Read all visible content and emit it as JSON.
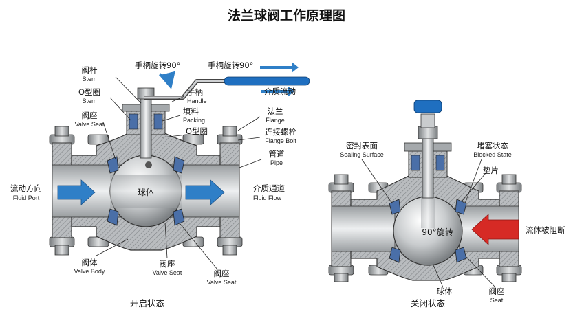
{
  "title": "法兰球阀工作原理图",
  "open_state": {
    "caption": "开启状态",
    "handle_rotation_1": "手柄旋转90°",
    "handle_rotation_2": "手柄旋转90°",
    "medium_flow": "介质流动",
    "ball_label": "球体",
    "labels": {
      "stem_zh": "阀杆",
      "stem_en": "Stem",
      "oring_zh": "O型圈",
      "oring_en": "Stem",
      "seat_top_zh": "阀座",
      "seat_top_en": "Valve Seat",
      "handle_zh": "手柄",
      "handle_en": "Handle",
      "packing_zh": "填料",
      "packing_en": "Packing",
      "oring2_zh": "O型圈",
      "flange_zh": "法兰",
      "flange_en": "Flange",
      "bolt_zh": "连接螺栓",
      "bolt_en": "Flange Bolt",
      "pipe_zh": "管道",
      "pipe_en": "Pipe",
      "port_zh": "流动方向",
      "port_en": "Fluid Port",
      "flow_zh": "介质通道",
      "flow_en": "Fluid Flow",
      "body_zh": "阀体",
      "body_en": "Valve Body",
      "seat_bottom_zh": "阀座",
      "seat_bottom_en": "Valve Seat",
      "seat_bottom2_zh": "阀座",
      "seat_bottom2_en": "Valve Seat"
    }
  },
  "closed_state": {
    "caption": "关闭状态",
    "ball_label": "90°旋转",
    "labels": {
      "sealing_zh": "密封表面",
      "sealing_en": "Sealing Surface",
      "blocked_zh": "堵塞状态",
      "blocked_en": "Blocked State",
      "gasket_zh": "垫片",
      "blocked_flow_zh": "流体被阻断",
      "ball_zh": "球体",
      "seat_zh": "阀座",
      "seat_en": "Seat"
    }
  },
  "colors": {
    "metal": "#b9bcbf",
    "metal_dark": "#8e9295",
    "hatch": "#a0a3a6",
    "flow_arrow": "#2f7fc7",
    "blocked_arrow": "#d62a25",
    "seal_blue": "#4a6fa8",
    "handle_blue": "#1f6fc0"
  }
}
